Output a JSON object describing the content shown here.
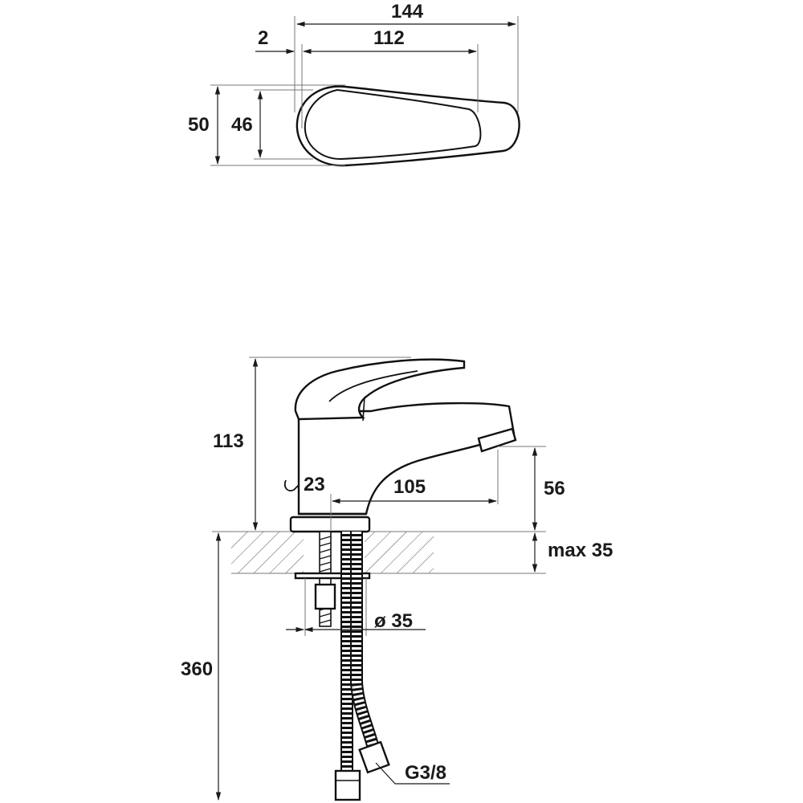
{
  "top_view": {
    "dims": {
      "total_length": "144",
      "offset": "2",
      "lever_length": "112",
      "outer_width": "50",
      "inner_width": "46"
    }
  },
  "side_view": {
    "dims": {
      "height": "113",
      "lever_pin": "23",
      "spout_reach": "105",
      "spout_height": "56",
      "counter_thickness": "max 35",
      "hose_length": "360",
      "base_diameter": "ø 35",
      "connector_thread": "G3/8"
    }
  },
  "colors": {
    "line": "#111111",
    "extension": "#777777",
    "background": "#ffffff"
  }
}
